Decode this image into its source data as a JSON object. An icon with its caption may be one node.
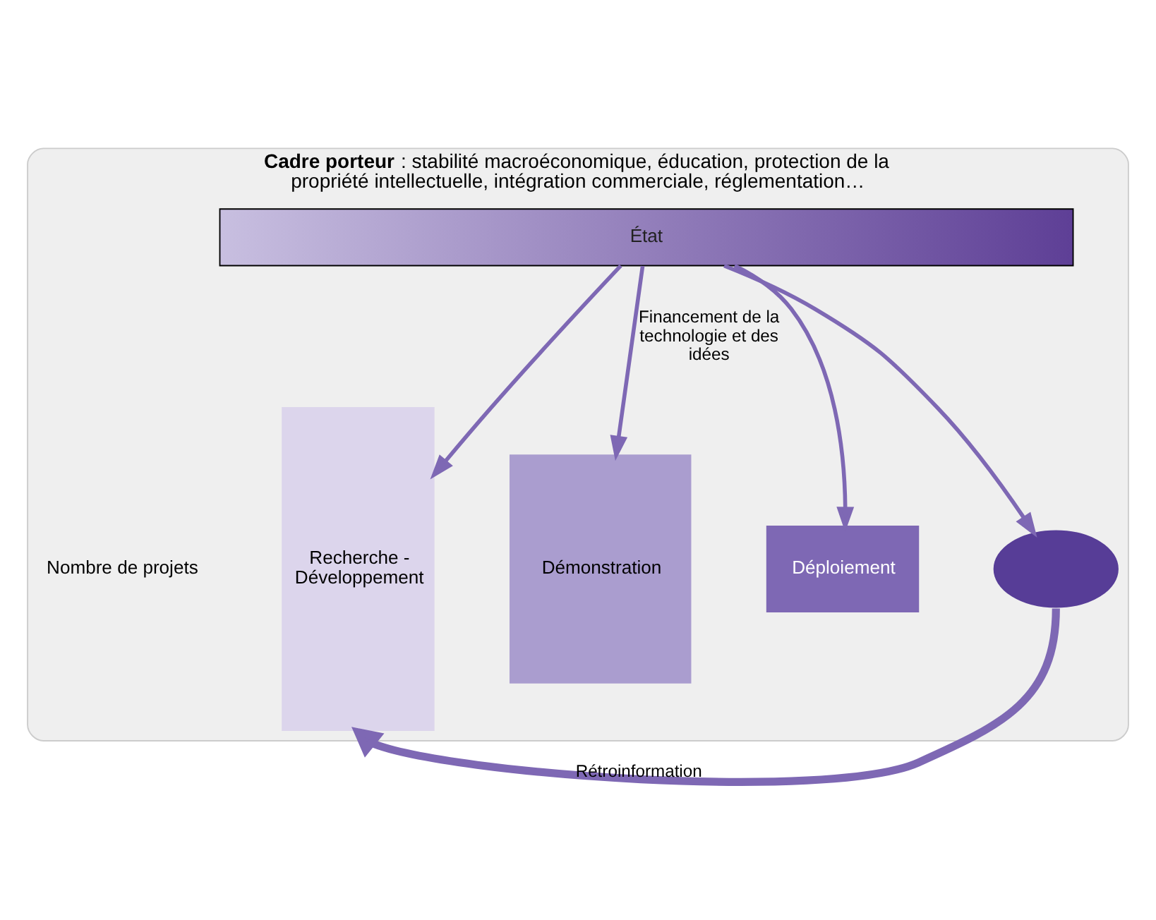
{
  "diagram": {
    "nodes": [
      {
        "text": [
          "**Cadre porteur** : stabilité macroéconomique, éducation, protection de la propriété intellectuelle, intégration commerciale, réglementation…"
        ]
      },
      {
        "text": [
          "État"
        ],
        "in": 0
      },
      {
        "text": [
          "Recherche - Développement"
        ],
        "in": 0
      },
      {
        "text": [
          "Démonstration"
        ],
        "in": 0
      },
      {
        "text": [
          "Déploiement"
        ],
        "in": 0
      },
      {
        "text": [],
        "shape": "ellipse",
        "in": 0
      }
    ],
    "edges": [
      {
        "from": 1,
        "to": 2,
        "arrow": "to"
      },
      {
        "from": 1,
        "to": 3,
        "arrow": "to",
        "label": "Financement de la technologie et des idées"
      },
      {
        "from": 1,
        "to": 4,
        "arrow": "to"
      },
      {
        "from": 1,
        "to": 5,
        "arrow": "to"
      },
      {
        "from": 5,
        "to": 2,
        "arrow": "to",
        "label": "Rétroinformation",
        "style": "thick"
      }
    ],
    "labels": [
      "Nombre de projets"
    ]
  }
}
